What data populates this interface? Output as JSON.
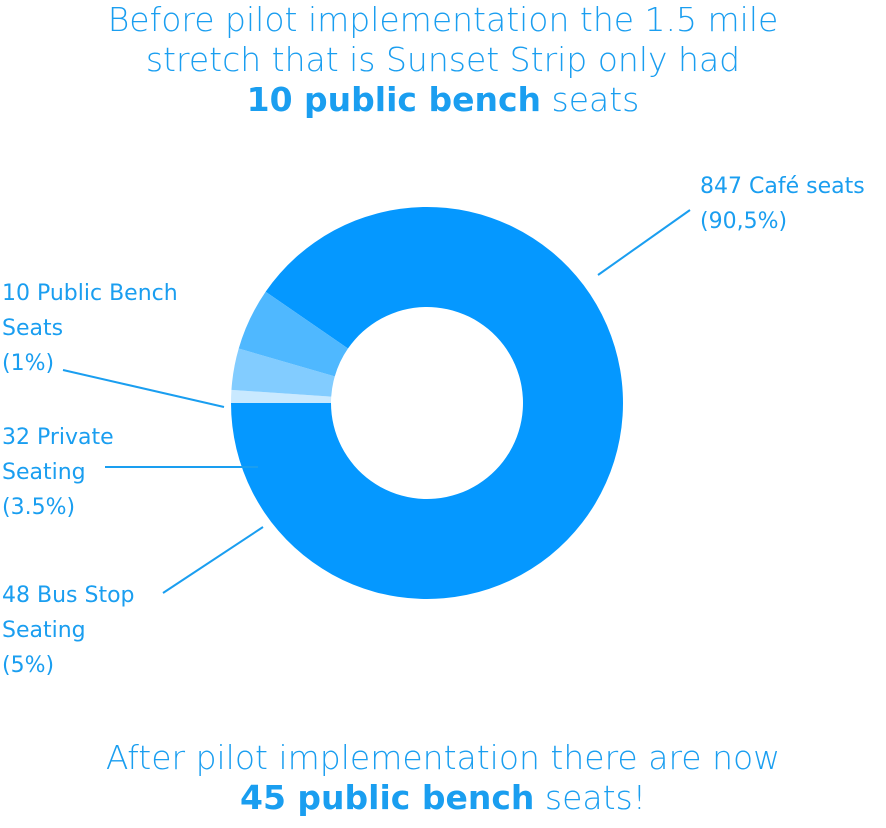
{
  "header": {
    "line1": "Before pilot implementation the 1.5 mile",
    "line2": "stretch that is Sunset Strip only had",
    "line3_bold": "10 public bench",
    "line3_rest": " seats"
  },
  "footer": {
    "line1": "After pilot implementation there are now",
    "line2_bold": "45 public bench",
    "line2_rest": " seats!"
  },
  "chart_data": {
    "type": "pie",
    "donut": true,
    "series": [
      {
        "name": "Seating",
        "slices": [
          {
            "label": "Café seats",
            "value": 847,
            "percent_text": "(90,5%)",
            "label_lines": [
              "847 Café seats",
              "(90,5%)"
            ],
            "color": "#0598ff"
          },
          {
            "label": "Public Bench Seats",
            "value": 10,
            "percent_text": "(1%)",
            "label_lines": [
              "10 Public Bench",
              "Seats",
              "(1%)"
            ],
            "color": "#c9e9ff"
          },
          {
            "label": "Private Seating",
            "value": 32,
            "percent_text": "(3.5%)",
            "label_lines": [
              "32 Private",
              "Seating",
              "(3.5%)"
            ],
            "color": "#82ccff"
          },
          {
            "label": "Bus Stop Seating",
            "value": 48,
            "percent_text": "(5%)",
            "label_lines": [
              "48 Bus Stop",
              "Seating",
              "(5%)"
            ],
            "color": "#4fb8ff"
          }
        ]
      }
    ]
  }
}
